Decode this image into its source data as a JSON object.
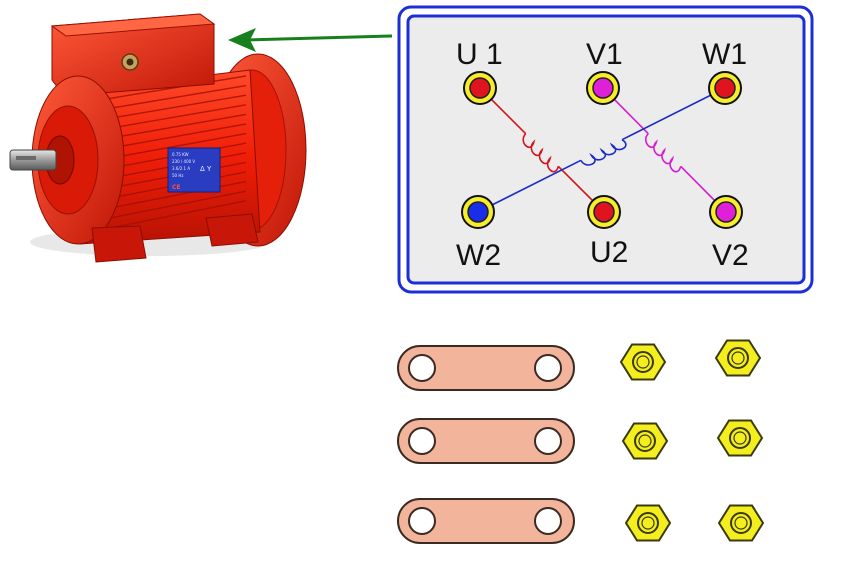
{
  "terminal_box": {
    "terminals": [
      {
        "id": "U1",
        "label": "U 1",
        "color": "#e0141e"
      },
      {
        "id": "V1",
        "label": "V1",
        "color": "#e020d8"
      },
      {
        "id": "W1",
        "label": "W1",
        "color": "#e0141e"
      },
      {
        "id": "W2",
        "label": "W2",
        "color": "#1a2de8"
      },
      {
        "id": "U2",
        "label": "U2",
        "color": "#e0141e"
      },
      {
        "id": "V2",
        "label": "V2",
        "color": "#e020d8"
      }
    ],
    "windings": [
      {
        "from": "U1",
        "to": "U2",
        "color": "#d4141a"
      },
      {
        "from": "V1",
        "to": "V2",
        "color": "#d21fd0"
      },
      {
        "from": "W2",
        "to": "W1",
        "color": "#1a2dc8"
      }
    ],
    "border_color": "#1c2fd6",
    "background": "#ececec"
  },
  "motor": {
    "body_color": "#f0200a",
    "nameplate_color": "#2a3cc0",
    "nameplate_lines": [
      "0.75 KW",
      "230 / 400 V",
      "3.6/2.1 A",
      "50 Hz"
    ],
    "nameplate_symbols": "Δ Y",
    "nameplate_brand": "CE"
  },
  "arrow_color": "#17801c",
  "links": {
    "count": 3,
    "color": "#f2b49a",
    "stroke": "#3a2a22"
  },
  "nuts": {
    "count": 6,
    "color": "#f4ee1e",
    "stroke": "#3a3a10"
  }
}
